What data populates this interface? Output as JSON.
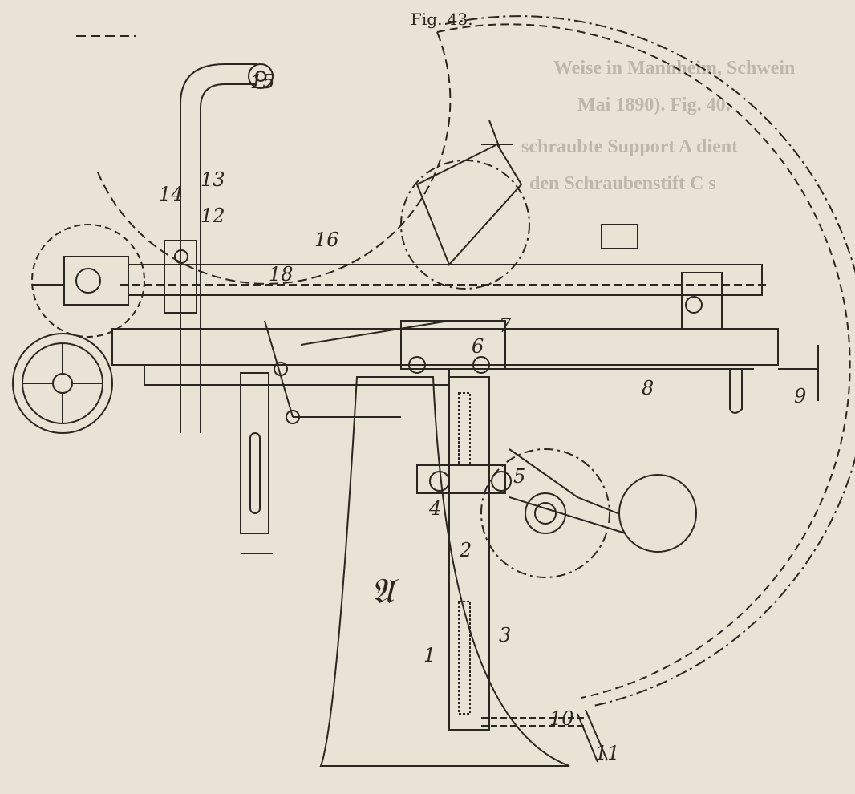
{
  "figure": {
    "caption": "Fig. 43.",
    "frame_letter": "𝔄",
    "part_labels": [
      "1",
      "2",
      "3",
      "4",
      "5",
      "6",
      "7",
      "8",
      "9",
      "10",
      "11",
      "12",
      "13",
      "14",
      "15",
      "16",
      "18"
    ]
  },
  "bleed_through_text": [
    "Weise in Mannheim, Schwein",
    "Mai 1890). Fig. 40.",
    "schraubte Support A dient",
    "den Schraubenstift C s"
  ],
  "colors": {
    "paper": "#e9e3d5",
    "ink": "#2a2620"
  }
}
